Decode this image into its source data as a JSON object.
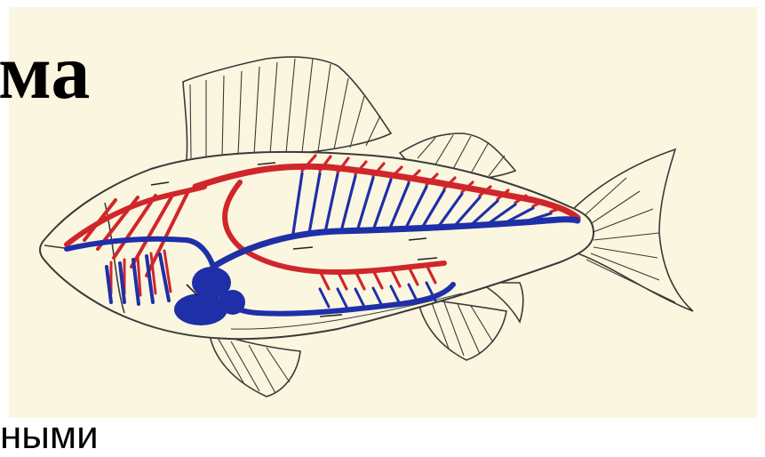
{
  "slide": {
    "title_fragment": "ма",
    "body_fragment": "ными"
  },
  "diagram": {
    "subject": "fish-circulatory-system",
    "colors": {
      "background": "#fbf6df",
      "outline": "#3a3a3a",
      "oxygenated_blood": "#d0262b",
      "deoxygenated_blood": "#1f2fa8"
    }
  }
}
